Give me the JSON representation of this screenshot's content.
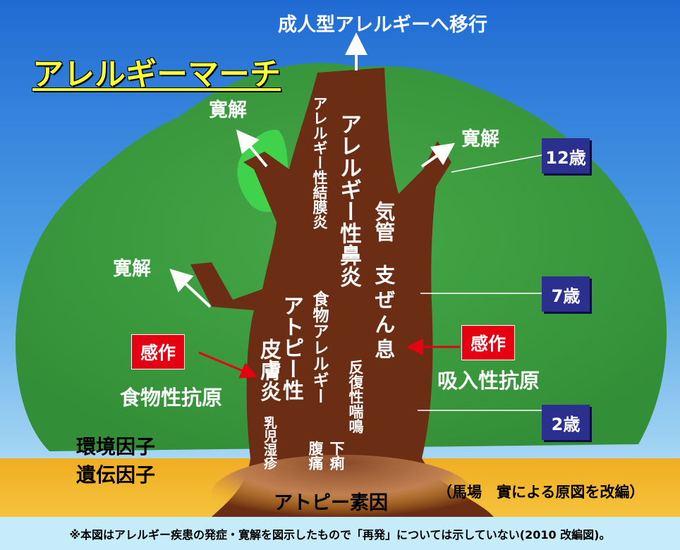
{
  "title": "アレルギーマーチ",
  "top_label": "成人型アレルギーへ移行",
  "remission_labels": [
    "寛解",
    "寛解",
    "寛解"
  ],
  "trunk": {
    "conjunctivitis": "アレルギー性結膜炎",
    "rhinitis": "アレルギー性鼻炎",
    "asthma_line1": "気管",
    "asthma_line2": "支ぜん息",
    "atopic_line1": "アトピー性",
    "atopic_line2": "皮膚炎",
    "food_allergy": "食物アレルギー",
    "recurrent_wheeze": "反復性喘鳴",
    "infant_eczema": "乳児湿疹",
    "diarrhea": "下痢",
    "stomachache": "腹痛"
  },
  "sensitization": {
    "left_label": "感作",
    "right_label": "感作"
  },
  "antigens": {
    "food": "食物性抗原",
    "inhalant": "吸入性抗原"
  },
  "factors": {
    "environment": "環境因子",
    "genetic": "遺伝因子"
  },
  "root_label": "アトピー素因",
  "ages": [
    "12歳",
    "7歳",
    "2歳"
  ],
  "credit": "（馬場　實による原図を改編）",
  "caption": "※本図はアレルギー疾患の発症・寛解を図示したもので「再発」については示していない(2010 改編図)。",
  "colors": {
    "sky_top": "#1f6bd3",
    "sky_bottom": "#b9e4f6",
    "foliage": "#3a9a3e",
    "foliage_light": "#3fd24a",
    "trunk": "#6b2e14",
    "ground": "#f2b529",
    "title_yellow": "#ffff33",
    "age_box": "#2b2f8e",
    "sensitization_red": "#e50012",
    "caption_bg": "#c6ecfa"
  }
}
